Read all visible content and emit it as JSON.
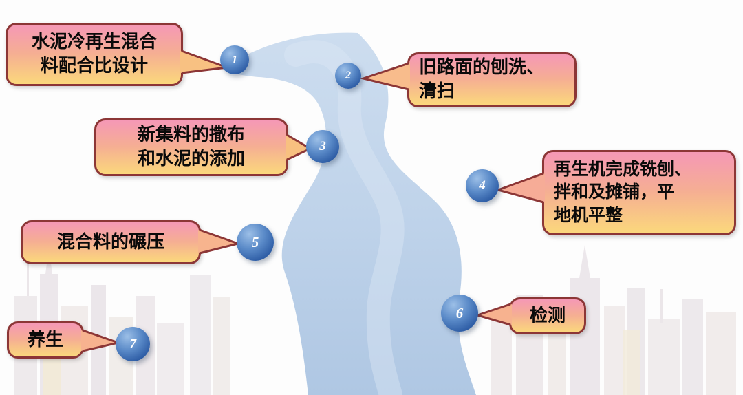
{
  "diagram": {
    "type": "process-flow-road",
    "steps": [
      {
        "number": "1",
        "label": "水泥冷再生混合\n料配合比设计"
      },
      {
        "number": "2",
        "label": "旧路面的刨洗、\n清扫"
      },
      {
        "number": "3",
        "label": "新集料的撒布\n和水泥的添加"
      },
      {
        "number": "4",
        "label": "再生机完成铣刨、\n拌和及摊铺，平\n地机平整"
      },
      {
        "number": "5",
        "label": "混合料的碾压"
      },
      {
        "number": "6",
        "label": "检测"
      },
      {
        "number": "7",
        "label": "养生"
      }
    ],
    "colors": {
      "callout_gradient_top": "#f598b6",
      "callout_gradient_bottom": "#fbd87c",
      "callout_border": "#8c3636",
      "circle_blue_light": "#9cbfe7",
      "circle_blue_dark": "#224a89",
      "road_light": "#cdddef",
      "road_dark": "#afc7e3",
      "text": "#0a0a0a",
      "number_text": "#ffffff"
    }
  }
}
